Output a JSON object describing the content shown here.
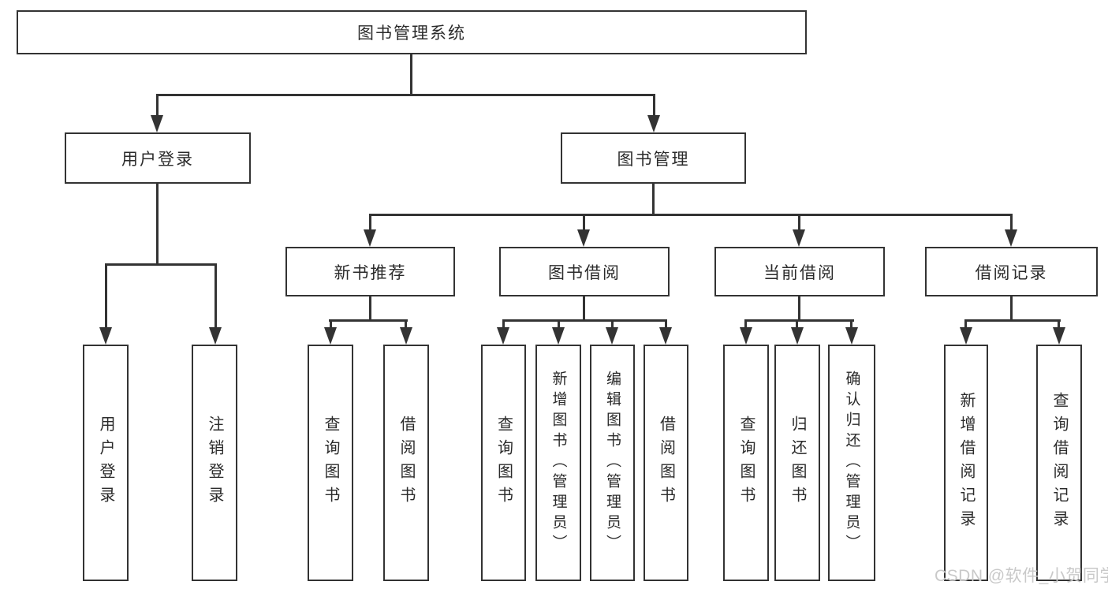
{
  "tree": {
    "root": {
      "label": "图书管理系统"
    },
    "branches": [
      {
        "label": "用户登录",
        "children": [
          {
            "label": "用户登录"
          },
          {
            "label": "注销登录"
          }
        ]
      },
      {
        "label": "图书管理",
        "children": [
          {
            "label": "新书推荐",
            "children": [
              {
                "label": "查询图书"
              },
              {
                "label": "借阅图书"
              }
            ]
          },
          {
            "label": "图书借阅",
            "children": [
              {
                "label": "查询图书"
              },
              {
                "label": "新增图书（管理员）"
              },
              {
                "label": "编辑图书（管理员）"
              },
              {
                "label": "借阅图书"
              }
            ]
          },
          {
            "label": "当前借阅",
            "children": [
              {
                "label": "查询图书"
              },
              {
                "label": "归还图书"
              },
              {
                "label": "确认归还（管理员）"
              }
            ]
          },
          {
            "label": "借阅记录",
            "children": [
              {
                "label": "新增借阅记录"
              },
              {
                "label": "查询借阅记录"
              }
            ]
          }
        ]
      }
    ]
  },
  "watermark": {
    "text": "CSDN @软件_小贺同学"
  },
  "colors": {
    "line": "#333333",
    "text": "#2b2b2b",
    "background": "#ffffff",
    "watermark": "#c9c9c9"
  }
}
